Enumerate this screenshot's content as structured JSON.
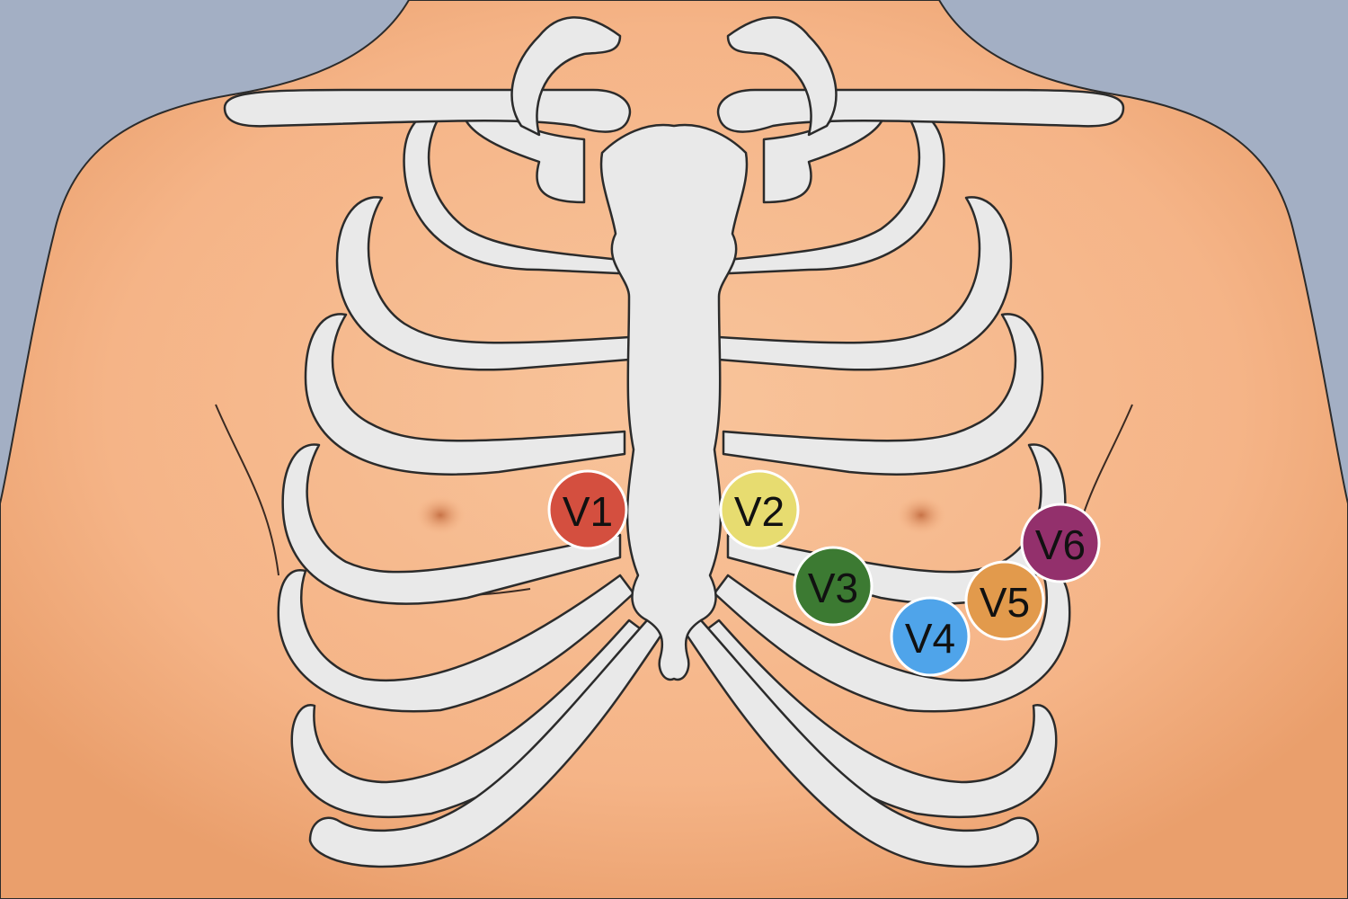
{
  "colors": {
    "background": "#a3afc4",
    "skin": "#f5b487",
    "skin_dark": "#e79a68",
    "bone": "#e9e9e9",
    "outline": "#2b2b2b"
  },
  "electrodes": [
    {
      "id": "v1",
      "label": "V1",
      "color": "#d44f3f"
    },
    {
      "id": "v2",
      "label": "V2",
      "color": "#e7dc70"
    },
    {
      "id": "v3",
      "label": "V3",
      "color": "#3c7a32"
    },
    {
      "id": "v4",
      "label": "V4",
      "color": "#4fa4ea"
    },
    {
      "id": "v5",
      "label": "V5",
      "color": "#e29a4c"
    },
    {
      "id": "v6",
      "label": "V6",
      "color": "#93306c"
    }
  ]
}
